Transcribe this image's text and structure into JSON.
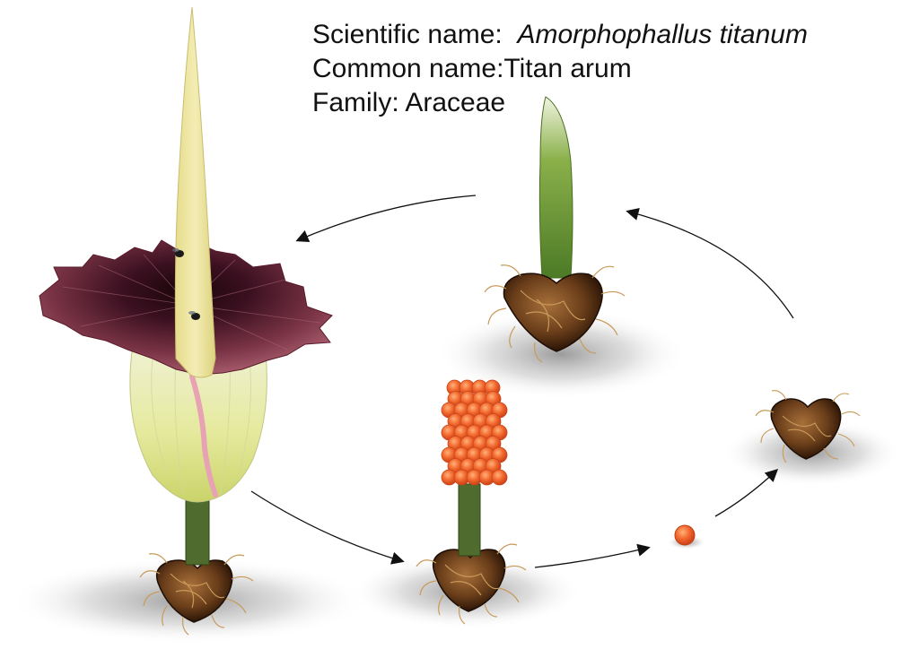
{
  "info": {
    "scientific_label": "Scientific name:",
    "scientific_name": "Amorphophallus titanum",
    "common_label": "Common name:",
    "common_name": "Titan arum",
    "family_label": "Family:",
    "family_name": "Araceae"
  },
  "stages": [
    {
      "id": "flowering-plant",
      "caption": ""
    },
    {
      "id": "fruiting-plant",
      "caption": ""
    },
    {
      "id": "seed",
      "caption": ""
    },
    {
      "id": "young-corm",
      "caption": ""
    },
    {
      "id": "leaf-shoot",
      "caption": ""
    }
  ],
  "colors": {
    "spathe_outer": "#7a3446",
    "spathe_inner": "#2a0c16",
    "spadix": "#ece39a",
    "tube": "#e6eab4",
    "stem": "#4f6b2d",
    "corm": "#4a2a14",
    "roots": "#c89a5a",
    "berry": "#f0662c",
    "leaf": "#5f8a2e",
    "arrow": "#111111"
  }
}
